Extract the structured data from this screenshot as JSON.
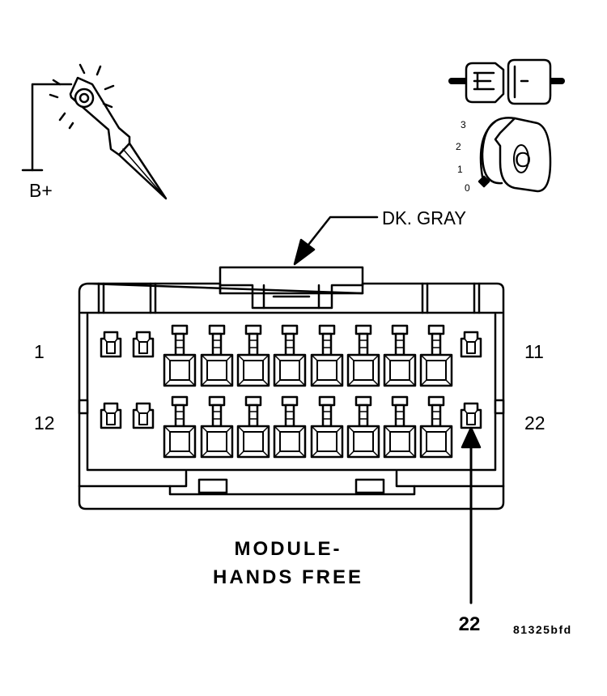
{
  "test_light": {
    "supply_label": "B+"
  },
  "ignition": {
    "positions": [
      "3",
      "2",
      "1",
      "0"
    ],
    "key_label": "O"
  },
  "connector": {
    "color_label": "DK. GRAY",
    "pin_labels": {
      "top_left": "1",
      "top_right": "11",
      "bottom_left": "12",
      "bottom_right": "22"
    },
    "top_row_pins": 11,
    "bottom_row_pins": 11
  },
  "module_title": {
    "line1": "MODULE-",
    "line2": "HANDS FREE"
  },
  "callout": {
    "pin": "22"
  },
  "figure_code": "81325bfd",
  "colors": {
    "ink": "#000000",
    "background": "#ffffff"
  }
}
